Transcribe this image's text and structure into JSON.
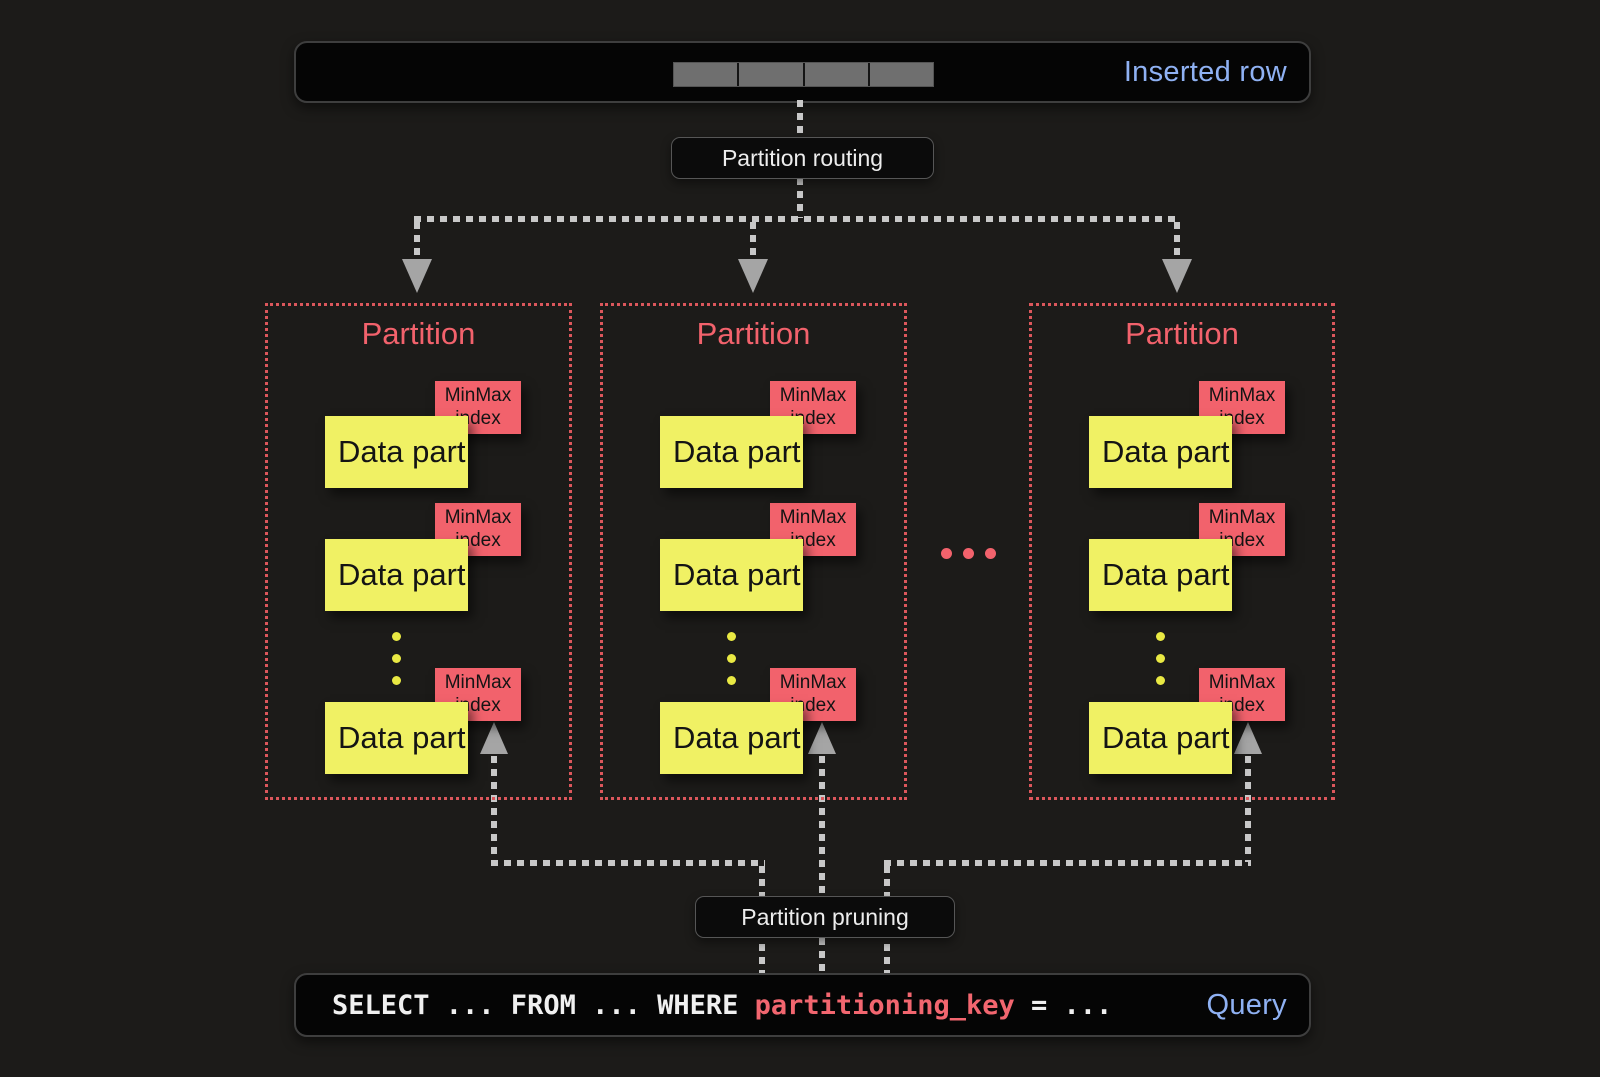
{
  "colors": {
    "background": "#1c1b19",
    "bar_background": "#050505",
    "accent_blue": "#8fb1f3",
    "accent_red": "#f2626c",
    "accent_yellow": "#f0f164",
    "connector_gray": "#c8c8c8"
  },
  "inserted_row_bar": {
    "label": "Inserted row",
    "segment_count": 4
  },
  "routing_label": "Partition routing",
  "pruning_label": "Partition pruning",
  "ellipsis": "...",
  "partitions": [
    {
      "title": "Partition",
      "parts": [
        {
          "label": "Data part",
          "index_label": "MinMax index"
        },
        {
          "label": "Data part",
          "index_label": "MinMax index"
        },
        {
          "label": "Data part",
          "index_label": "MinMax index"
        }
      ]
    },
    {
      "title": "Partition",
      "parts": [
        {
          "label": "Data part",
          "index_label": "MinMax index"
        },
        {
          "label": "Data part",
          "index_label": "MinMax index"
        },
        {
          "label": "Data part",
          "index_label": "MinMax index"
        }
      ]
    },
    {
      "title": "Partition",
      "parts": [
        {
          "label": "Data part",
          "index_label": "MinMax index"
        },
        {
          "label": "Data part",
          "index_label": "MinMax index"
        },
        {
          "label": "Data part",
          "index_label": "MinMax index"
        }
      ]
    }
  ],
  "query_bar": {
    "prefix": "SELECT ... FROM ... WHERE ",
    "key": "partitioning_key",
    "suffix": " = ...",
    "label": "Query"
  }
}
